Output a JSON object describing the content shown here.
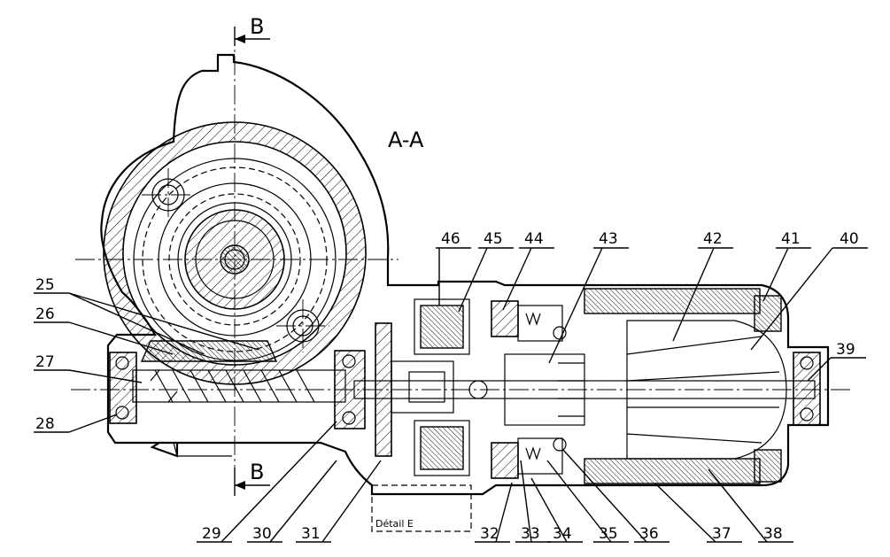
{
  "section": {
    "title": "A-A",
    "cut_label": "B",
    "detail_label": "Détail E"
  },
  "callouts": [
    {
      "num": "25"
    },
    {
      "num": "26"
    },
    {
      "num": "27"
    },
    {
      "num": "28"
    },
    {
      "num": "29"
    },
    {
      "num": "30"
    },
    {
      "num": "31"
    },
    {
      "num": "32"
    },
    {
      "num": "33"
    },
    {
      "num": "34"
    },
    {
      "num": "35"
    },
    {
      "num": "36"
    },
    {
      "num": "37"
    },
    {
      "num": "38"
    },
    {
      "num": "39"
    },
    {
      "num": "40"
    },
    {
      "num": "41"
    },
    {
      "num": "42"
    },
    {
      "num": "43"
    },
    {
      "num": "44"
    },
    {
      "num": "45"
    },
    {
      "num": "46"
    }
  ],
  "colors": {
    "ink": "#000000",
    "paper": "#ffffff"
  }
}
